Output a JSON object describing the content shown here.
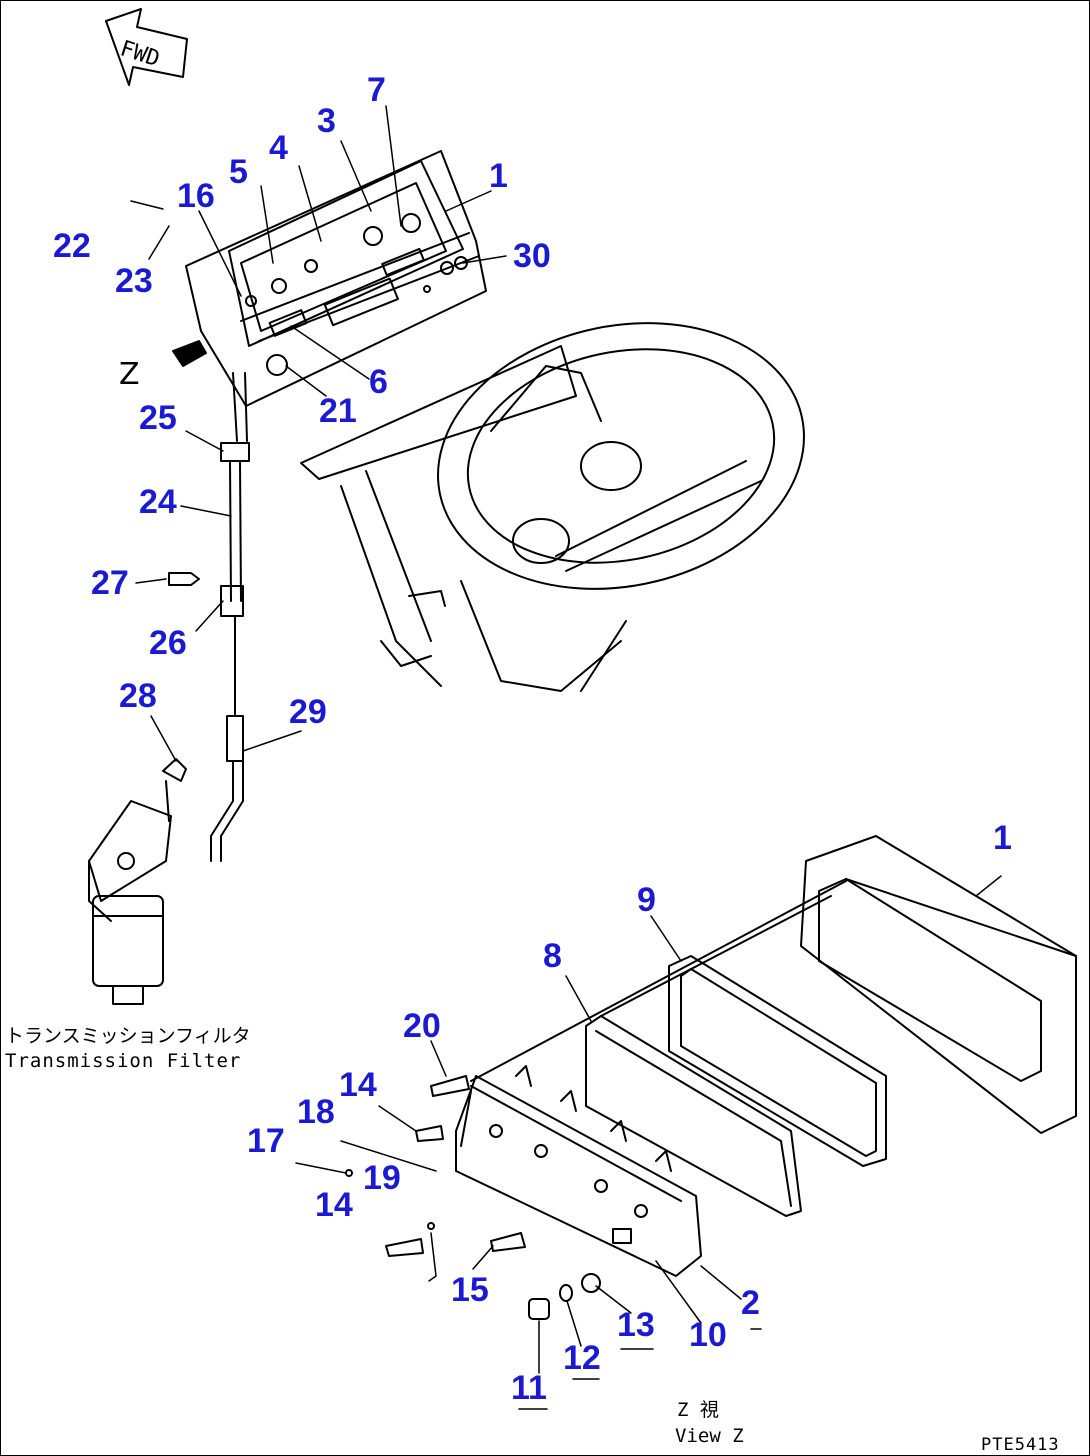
{
  "diagram": {
    "fwd_label": "FWD",
    "z_marker": "Z",
    "callout_color": "#1a1ad6",
    "callouts": [
      "1",
      "2",
      "3",
      "4",
      "5",
      "6",
      "7",
      "8",
      "9",
      "10",
      "11",
      "12",
      "13",
      "14",
      "14",
      "15",
      "16",
      "17",
      "18",
      "19",
      "20",
      "21",
      "22",
      "23",
      "24",
      "25",
      "26",
      "27",
      "28",
      "29",
      "30",
      "1"
    ],
    "filter_caption_jp": "トランスミッションフィルタ",
    "filter_caption_en": "Transmission Filter",
    "view_caption_jp": "Z 視",
    "view_caption_en": "View Z",
    "drawing_code": "PTE5413"
  }
}
